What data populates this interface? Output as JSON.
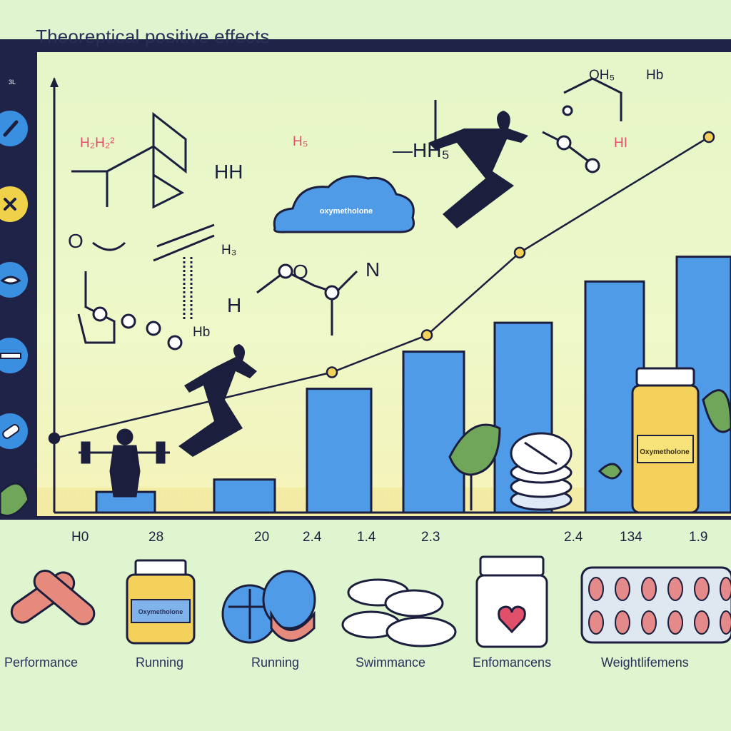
{
  "title": "Theoreptical positive effects",
  "cloud_text": "oxymetholone",
  "vial_text": "Oxymetholone",
  "jar_text": "Oxymetholone",
  "rail": {
    "label": "3L",
    "buttons": [
      {
        "icon": "pen-icon",
        "color": "#3b8fe0"
      },
      {
        "icon": "close-icon",
        "color": "#f0d24a"
      },
      {
        "icon": "eye-icon",
        "color": "#3b8fe0"
      },
      {
        "icon": "minus-icon",
        "color": "#3b8fe0"
      },
      {
        "icon": "pill-icon",
        "color": "#3b8fe0"
      }
    ]
  },
  "chem_labels": [
    {
      "text": "H₂H₂²",
      "style": "red"
    },
    {
      "text": "HH",
      "style": ""
    },
    {
      "text": "H₅",
      "style": "red"
    },
    {
      "text": "—HH₅",
      "style": ""
    },
    {
      "text": "OH₅",
      "style": ""
    },
    {
      "text": "Hb",
      "style": ""
    },
    {
      "text": "O",
      "style": "big"
    },
    {
      "text": "O",
      "style": "big"
    },
    {
      "text": "N",
      "style": "big"
    },
    {
      "text": "H",
      "style": ""
    },
    {
      "text": "H₃",
      "style": ""
    },
    {
      "text": "HI",
      "style": "red"
    },
    {
      "text": "Hb",
      "style": ""
    }
  ],
  "x_ticks": [
    "H0",
    "28",
    "20",
    "2.4",
    "1.4",
    "2.3",
    "2.4",
    "134",
    "1.9"
  ],
  "bottom_items": [
    {
      "label": "Performance",
      "icon": "bandage-icon"
    },
    {
      "label": "Running",
      "icon": "supplement-jar-icon"
    },
    {
      "label": "Running",
      "icon": "tablets-icon"
    },
    {
      "label": "Swimmance",
      "icon": "pill-stack-icon"
    },
    {
      "label": "Enfomancens",
      "icon": "heart-jar-icon"
    },
    {
      "label": "Weightlifemens",
      "icon": "blister-pack-icon"
    }
  ],
  "colors": {
    "frame": "#1f2347",
    "panel": "#e6f6c8",
    "bar": "#4f9be8",
    "line": "#1b1e3d",
    "point": "#f3d15a",
    "accent_red": "#e0506a"
  },
  "chart_data": {
    "type": "bar",
    "categories": [
      "H0",
      "28",
      "20",
      "2.4",
      "1.4",
      "2.3",
      "2.4",
      "134",
      "1.9"
    ],
    "values": [
      0.5,
      0.8,
      3.0,
      3.9,
      4.6,
      5.6,
      6.2
    ],
    "line_values": [
      1.8,
      2.8,
      3.4,
      4.3,
      4.9,
      6.3,
      9.1
    ],
    "title": "Theoreptical positive effects",
    "ylim": [
      0,
      10
    ],
    "grid": false
  }
}
